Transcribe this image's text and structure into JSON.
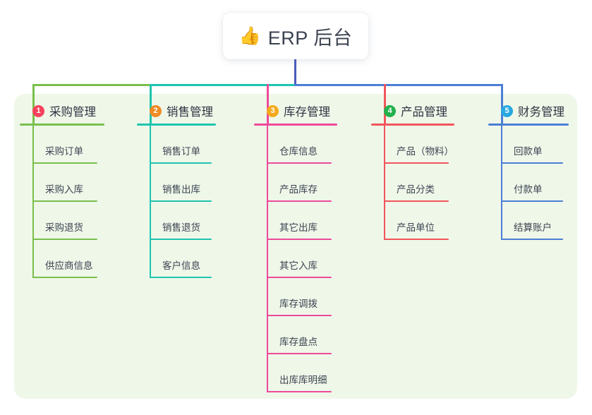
{
  "root": {
    "icon": "thumbs-up-icon",
    "emoji": "👍",
    "title": "ERP 后台"
  },
  "palette": {
    "panel_bg": "#eff7e9",
    "page_bg": "#ffffff",
    "text": "#3d4452",
    "trunk": "#4a5bbf"
  },
  "columns": [
    {
      "index": "1",
      "badge_color": "#f5425e",
      "line_color": "#79bf4b",
      "title": "采购管理",
      "items": [
        "采购订单",
        "采购入库",
        "采购退货",
        "供应商信息"
      ]
    },
    {
      "index": "2",
      "badge_color": "#f08a24",
      "line_color": "#1fc4ae",
      "title": "销售管理",
      "items": [
        "销售订单",
        "销售出库",
        "销售退货",
        "客户信息"
      ]
    },
    {
      "index": "3",
      "badge_color": "#f5aa1c",
      "line_color": "#ec4a9b",
      "title": "库存管理",
      "items": [
        "仓库信息",
        "产品库存",
        "其它出库",
        "其它入库",
        "库存调拨",
        "库存盘点",
        "出库库明细"
      ]
    },
    {
      "index": "4",
      "badge_color": "#23b14d",
      "line_color": "#f2555b",
      "title": "产品管理",
      "items": [
        "产品（物料）",
        "产品分类",
        "产品单位"
      ]
    },
    {
      "index": "5",
      "badge_color": "#28a8e0",
      "line_color": "#4a7fd4",
      "title": "财务管理",
      "items": [
        "回款单",
        "付款单",
        "结算账户"
      ]
    }
  ]
}
